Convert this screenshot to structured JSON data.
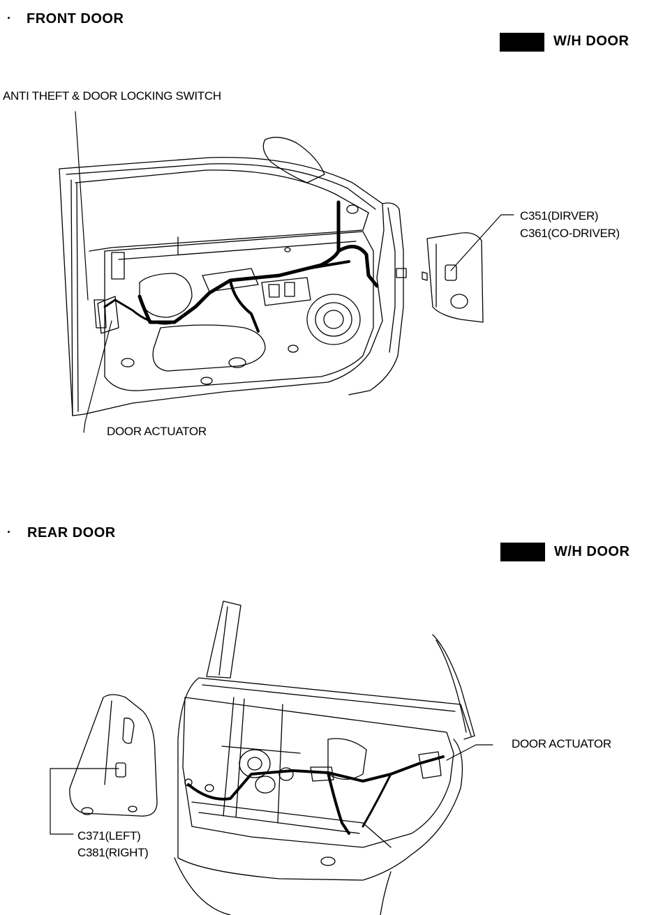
{
  "front": {
    "bullet": "·",
    "title": "FRONT DOOR",
    "legend_label": "W/H DOOR",
    "callouts": {
      "switch": "ANTI THEFT & DOOR LOCKING SWITCH",
      "connector_line1": "C351(DIRVER)",
      "connector_line2": "C361(CO-DRIVER)",
      "actuator": "DOOR ACTUATOR"
    }
  },
  "rear": {
    "bullet": "·",
    "title": "REAR DOOR",
    "legend_label": "W/H DOOR",
    "callouts": {
      "actuator": "DOOR ACTUATOR",
      "connector_line1": "C371(LEFT)",
      "connector_line2": "C381(RIGHT)"
    }
  },
  "colors": {
    "ink": "#000000",
    "paper": "#ffffff",
    "harness": "#000000"
  }
}
